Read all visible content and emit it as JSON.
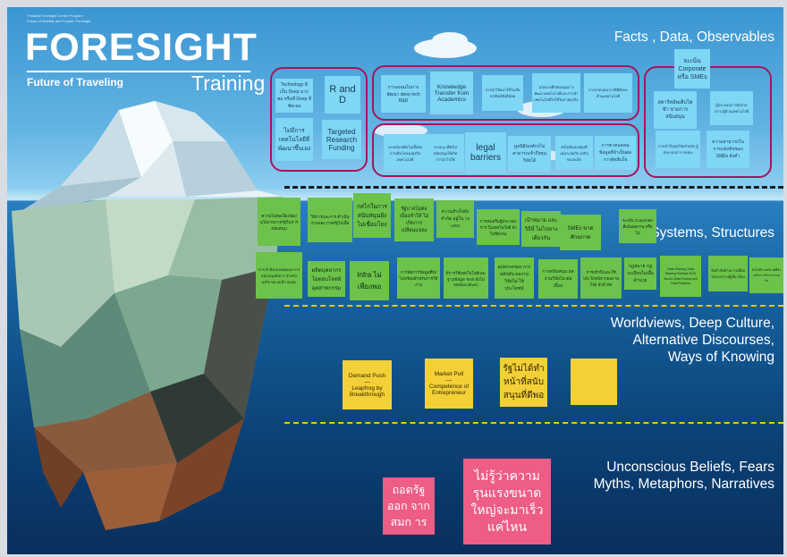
{
  "header": {
    "small_lines": [
      "Thailand Foresight Centre Program",
      "Future of Mobility and Tourism Foresight"
    ],
    "title": "FORESIGHT",
    "subtitle": "Future of Traveling",
    "training": "Training"
  },
  "layers": {
    "facts": "Facts , Data, Observables",
    "systems": "Systems, Structures",
    "worldviews": [
      "Worldviews, Deep Culture,",
      "Alternative Discourses,",
      "Ways of Knowing"
    ],
    "beliefs": [
      "Unconscious Beliefs, Fears",
      "Myths, Metaphors, Narratives"
    ]
  },
  "top_notes": [
    {
      "id": "t1",
      "text": "Technology ดีเป็น Deep มาก พอ หรือที่ Deep ที่ชัดเจน"
    },
    {
      "id": "t2",
      "text": "R and D"
    },
    {
      "id": "t3",
      "text": "ไม่มีการ เทคโนโลยีที่ พัฒนาขึ้นเอง"
    },
    {
      "id": "t4",
      "text": "Targeted Research Funding"
    },
    {
      "id": "t5",
      "text": "การลงทุนในการพัฒนา deep tech R&D"
    },
    {
      "id": "t6",
      "text": "Knowledge Transfer from Academics"
    },
    {
      "id": "t7",
      "text": "การนำวิจัยมาใช้ในเชิงพาณิชย์ยังมีน้อย"
    },
    {
      "id": "t8",
      "text": "นโยบายที่สนับสนุนการพัฒนาเทคโนโลยีและการนำเทคโนโลยีไปใช้ในภาคธุรกิจ"
    },
    {
      "id": "t9",
      "text": "การขาดบุคลากรที่มีทักษะ ด้านเทคโนโลยี"
    },
    {
      "id": "t10",
      "text": "จะเน้น Corporate หรือ SMEs"
    },
    {
      "id": "t11",
      "text": "สตาร์ทอัพเติบโตช้า ขาดการสนับสนุน"
    },
    {
      "id": "t12",
      "text": "ผู้ประกอบการยังขาดความรู้ด้านเทคโนโลยี"
    },
    {
      "id": "t13",
      "text": "ระบบนิเวศยังไม่เอื้อต่อการเติบโตของธุรกิจเทคโนโลยี"
    },
    {
      "id": "t14",
      "text": "ระบบ ip ที่ยังไม่สนับสนุนให้เกิดการนำไปใช้"
    },
    {
      "id": "t15",
      "text": "legal barriers"
    },
    {
      "id": "t16",
      "text": "มูลนิธิ/องค์กรไม่สามารถเข้าถึงทุนวิจัยได้"
    },
    {
      "id": "t17",
      "text": "ยังไม่มีแหล่งทุนที่เหมาะสมกับ ธุรกิจขนาดเล็ก"
    },
    {
      "id": "t18",
      "text": "การขาดแคลนข้อมูลที่จำเป็นต่อ การตัดสินใจ"
    },
    {
      "id": "t19",
      "text": "การเข้าถึงทุนวิจัยสำหรับ ผู้ประกอบการ SMEs"
    },
    {
      "id": "t20",
      "text": "ความสามารถในการแข่งขันของ SMEs ยังต่ำ"
    }
  ],
  "green_notes": [
    {
      "id": "g1",
      "text": "ความไม่ต่อเนื่องของนโยบายภาครัฐในการสนับสนุน"
    },
    {
      "id": "g2",
      "text": "วิธีการและการ ดำเนินงานของ ภาครัฐไม่เอื้อ"
    },
    {
      "id": "g3",
      "text": "กลไกในการ สนับสนุนยัง ไม่เชื่อมโยง"
    },
    {
      "id": "g4",
      "text": "รัฐบาลไม่ต่อเนื่องทำให้ ไม่เกิดการ เปลี่ยนแปลง"
    },
    {
      "id": "g5",
      "text": "ความสำเร็จยังจำกัด อยู่ใน วงแคบ"
    },
    {
      "id": "g6",
      "text": "การส่งเสริมผู้ประกอบการ ในเทคโนโลยี ยังไม่ชัดเจน"
    },
    {
      "id": "g7",
      "text": "เป้าหมาย และวิธีที่ ไม่ไปทางเดียวกัน"
    },
    {
      "id": "g8",
      "text": "SMEs ขาดศักยภาพ"
    },
    {
      "id": "g9",
      "text": "จะเน้น Corporate ที่เน้นผลงาน หรือไม่"
    },
    {
      "id": "g10",
      "text": "การเข้าถึงแหล่งทุนและการสนับสนุนยังยาก สำหรับธุรกิจ ขนาดเล็ก SMEs"
    },
    {
      "id": "g11",
      "text": "ผลิตบุคลากร ไม่ตอบโจทย์ อุตสาหกรรม"
    },
    {
      "id": "g12",
      "text": "Infra ไม่เพียงพอ"
    },
    {
      "id": "g13",
      "text": "การจัดการข้อมูลที่ยังไม่พร้อมสำหรับการใช้งาน"
    },
    {
      "id": "g14",
      "text": "มีการใช้เทคโนโลยีและ ฐานข้อมูล Tech ยังไม่ Market driven"
    },
    {
      "id": "g15",
      "text": "อุปสรรคของ การผลักดัน ผลงานวิจัยไม่ ใช้ประโยชน์"
    },
    {
      "id": "g16",
      "text": "การสนับสนุน ผลงานวิจัยไม่ ต่อเนื่อง"
    },
    {
      "id": "g17",
      "text": "การเข้าถึงและใช้ประโยชน์จากผลงานวิจัย ยังจำกัด"
    },
    {
      "id": "g18",
      "text": "กฎหมาย กฎ ระเบียบไม่เอื้อ อำนวย"
    },
    {
      "id": "g19",
      "text": "Data Sharing, Data Sharing Practice ยังไม่ชัดเจน Data Format and Data Platform"
    },
    {
      "id": "g20",
      "text": "ข้อจำกัดด้านการเชื่อมโยงระหว่างผู้เกี่ยวข้อง"
    },
    {
      "id": "g21",
      "text": "ยังไม่มีระบบนิเวศที่ส่งเสริมการทำงานร่วมกัน"
    }
  ],
  "yellow_notes": [
    {
      "id": "y1",
      "text": "Demand Push\n—\nLeapfrog by Breakthrough"
    },
    {
      "id": "y2",
      "text": "Market Pull\n—\nCompetence of Entrepreneur"
    },
    {
      "id": "y3",
      "text": "รัฐไม่ได้ทำ หน้าที่สนับ สนุนที่ดีพอ"
    },
    {
      "id": "y4",
      "text": ""
    }
  ],
  "pink_notes": [
    {
      "id": "p1",
      "text": "ถอดรัฐออก จากสมก าร"
    },
    {
      "id": "p2",
      "text": "ไม่รู้ว่าความ รุนแรงขนาด ใหญ่จะมาเร็ว แค่ไหน"
    }
  ],
  "colors": {
    "sky": "#3a95d1",
    "deep": "#092f5c",
    "sticky_blue": "#7fd6f5",
    "sticky_green": "#6cc24a",
    "sticky_yellow": "#f4d038",
    "sticky_pink": "#ee5d86",
    "group_border": "#a6155a"
  }
}
